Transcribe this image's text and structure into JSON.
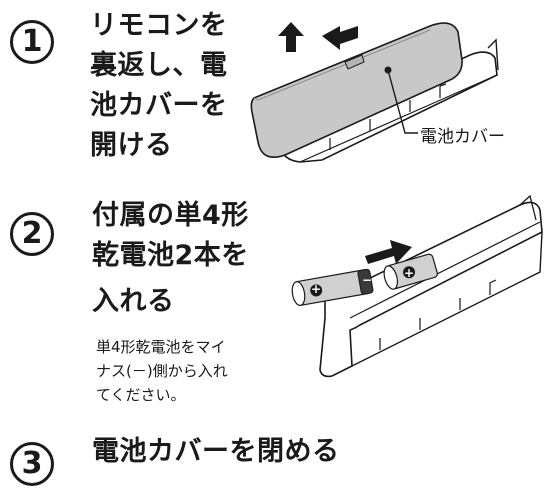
{
  "steps": [
    {
      "number": "1",
      "title_lines": [
        "リモコンを",
        "裏返し、電",
        "池カバーを",
        "開ける"
      ]
    },
    {
      "number": "2",
      "title_lines": [
        "付属の単4形",
        "乾電池2本を",
        "入れる"
      ],
      "note_lines": [
        "単4形乾電池をマイ",
        "ナス(－)側から入れ",
        "てください。"
      ]
    },
    {
      "number": "3",
      "title_lines": [
        "電池カバーを閉める"
      ]
    }
  ],
  "callouts": {
    "battery_cover": "電池カバー"
  },
  "battery_marks": {
    "plus": "+",
    "minus": "−"
  }
}
